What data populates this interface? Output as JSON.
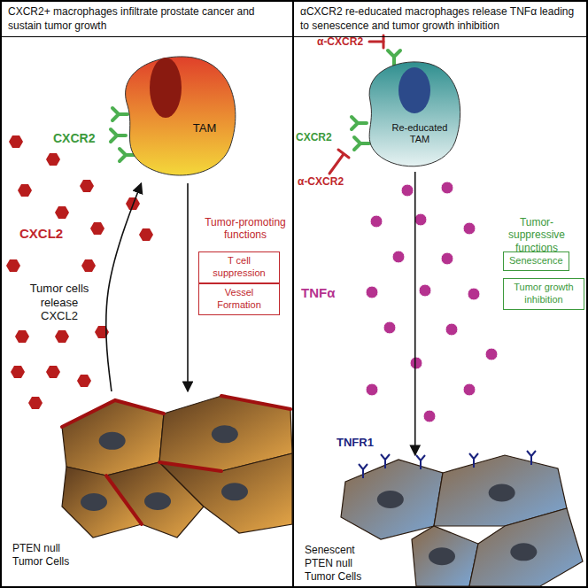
{
  "diagram": {
    "nodes": [
      {
        "text": [
          "CXCR2+ macrophages infiltrate prostate cancer and sustain tumor growth"
        ]
      },
      {
        "text": [
          "αCXCR2 re-educated macrophages release TNFα leading to senescence and tumor growth inhibition"
        ]
      },
      {
        "text": [
          "TAM"
        ],
        "in": 0
      },
      {
        "text": [
          "T cell suppression"
        ],
        "in": 0
      },
      {
        "text": [
          "Vessel Formation"
        ],
        "in": 0
      },
      {
        "text": [
          "Re-educated TAM"
        ],
        "in": 1
      },
      {
        "text": [
          "Senescence"
        ],
        "in": 1
      },
      {
        "text": [
          "Tumor growth inhibition"
        ],
        "in": 1
      },
      {
        "text": [
          "PTEN null Tumor Cells"
        ],
        "in": 0
      },
      {
        "text": [
          "Senescent PTEN null Tumor Cells"
        ],
        "in": 1
      }
    ],
    "edges": [
      {
        "from": 8,
        "to": 2,
        "arrow": "to"
      },
      {
        "from": 2,
        "to": 8,
        "arrow": "to"
      },
      {
        "from": 5,
        "to": 9,
        "arrow": "to"
      }
    ],
    "labels": [
      "CXCR2",
      "CXCL2",
      "Tumor cells release CXCL2",
      "Tumor-promoting functions",
      "α-CXCR2",
      "CXCR2",
      "α-CXCR2",
      "TNFα",
      "TNFR1",
      "Tumor-suppressive functions"
    ]
  }
}
